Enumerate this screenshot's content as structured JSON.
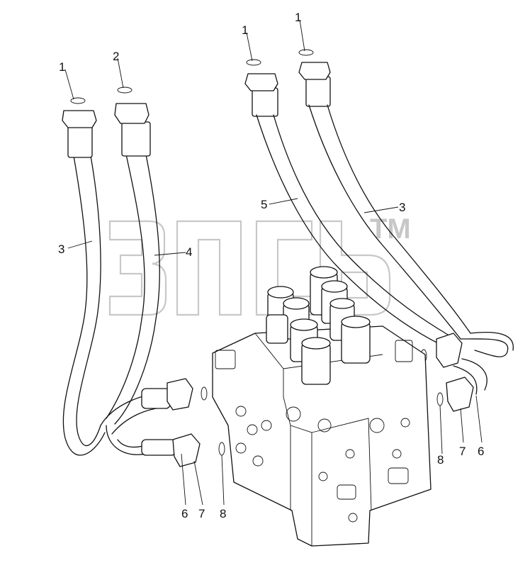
{
  "diagram": {
    "callouts": {
      "c1a": "1",
      "c2": "2",
      "c1b": "1",
      "c1c": "1",
      "c3a": "3",
      "c4": "4",
      "c5": "5",
      "c3b": "3",
      "c6a": "6",
      "c7a": "7",
      "c8a": "8",
      "c8b": "8",
      "c7b": "7",
      "c6b": "6"
    },
    "watermark": {
      "trademark": "TM"
    }
  }
}
